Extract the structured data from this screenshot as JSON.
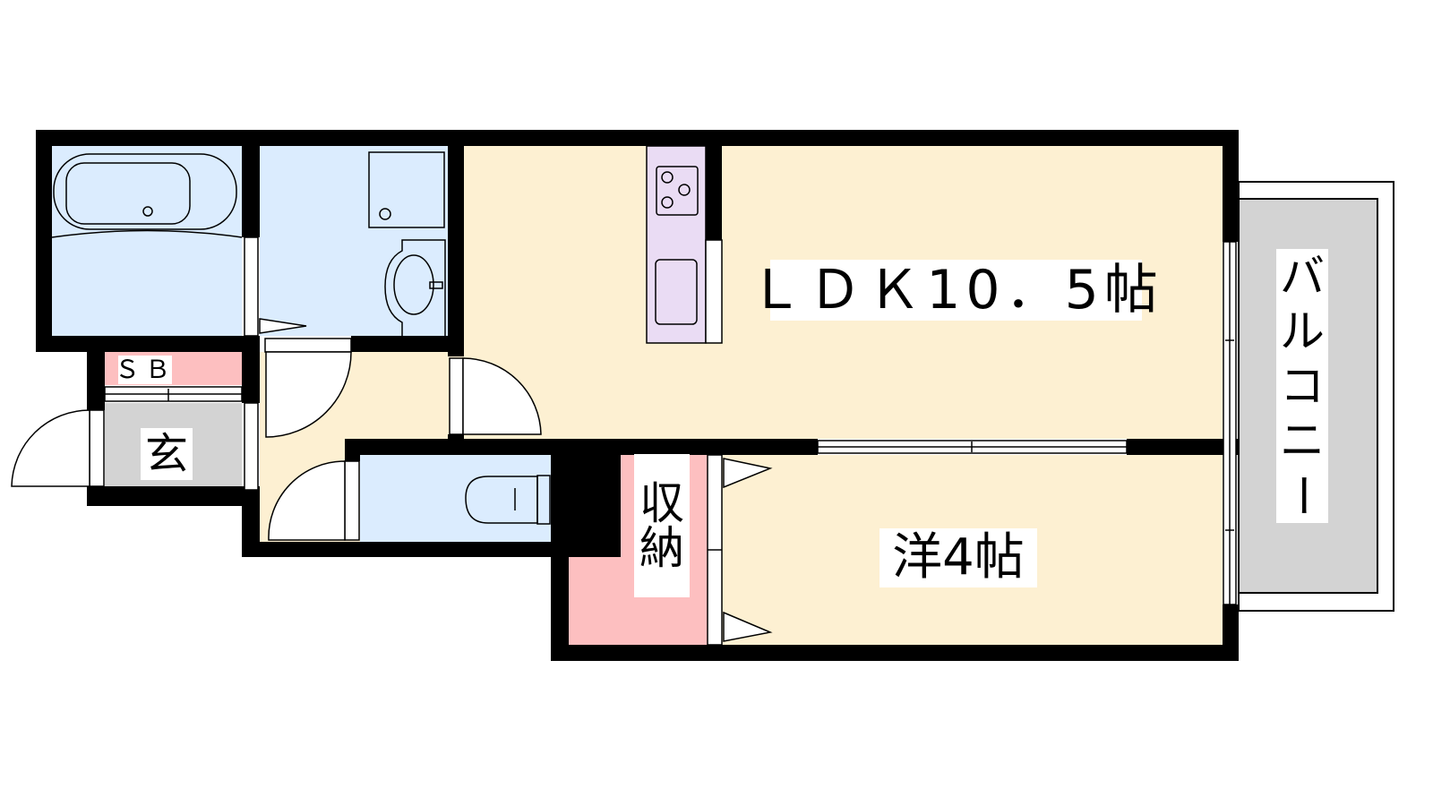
{
  "floor_plan": {
    "rooms": {
      "ldk": {
        "label": "ＬＤＫ10．5帖"
      },
      "western_room": {
        "label": "洋4帖"
      },
      "shoe_box": {
        "label": "ＳＢ"
      },
      "entrance": {
        "label": "玄"
      },
      "storage": {
        "label_line1": "収",
        "label_line2": "納"
      },
      "balcony": {
        "chars": [
          "バ",
          "ル",
          "コ",
          "ニ",
          "ー"
        ]
      }
    },
    "colors": {
      "wall": "#000000",
      "living_floor": "#fdf0d2",
      "wet_area": "#dbecfe",
      "storage": "#fdbfc0",
      "entrance": "#d3d3d3",
      "kitchen": "#eadcf4",
      "balcony": "#d3d3d3"
    }
  }
}
